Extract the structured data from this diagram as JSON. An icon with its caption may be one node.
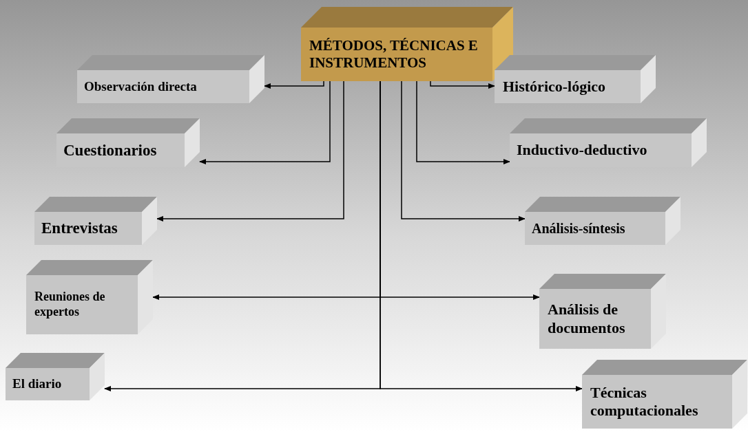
{
  "diagram": {
    "nodes": [
      {
        "text": [
          "MÉTODOS, TÉCNICAS E INSTRUMENTOS"
        ]
      },
      {
        "text": [
          "Observación directa"
        ]
      },
      {
        "text": [
          "Histórico-lógico"
        ]
      },
      {
        "text": [
          "Cuestionarios"
        ]
      },
      {
        "text": [
          "Inductivo-deductivo"
        ]
      },
      {
        "text": [
          "Entrevistas"
        ]
      },
      {
        "text": [
          "Análisis-síntesis"
        ]
      },
      {
        "text": [
          "Reuniones de expertos"
        ]
      },
      {
        "text": [
          "Análisis de documentos"
        ]
      },
      {
        "text": [
          "El diario"
        ]
      },
      {
        "text": [
          "Técnicas computacionales"
        ]
      }
    ],
    "edges": [
      {
        "from": 0,
        "to": 1,
        "arrow": "to"
      },
      {
        "from": 0,
        "to": 2,
        "arrow": "to"
      },
      {
        "from": 0,
        "to": 3,
        "arrow": "to"
      },
      {
        "from": 0,
        "to": 4,
        "arrow": "to"
      },
      {
        "from": 0,
        "to": 5,
        "arrow": "to"
      },
      {
        "from": 0,
        "to": 6,
        "arrow": "to"
      },
      {
        "from": 0,
        "to": 7,
        "arrow": "to"
      },
      {
        "from": 0,
        "to": 8,
        "arrow": "to"
      },
      {
        "from": 0,
        "to": 9,
        "arrow": "to"
      },
      {
        "from": 0,
        "to": 10,
        "arrow": "to"
      }
    ]
  }
}
